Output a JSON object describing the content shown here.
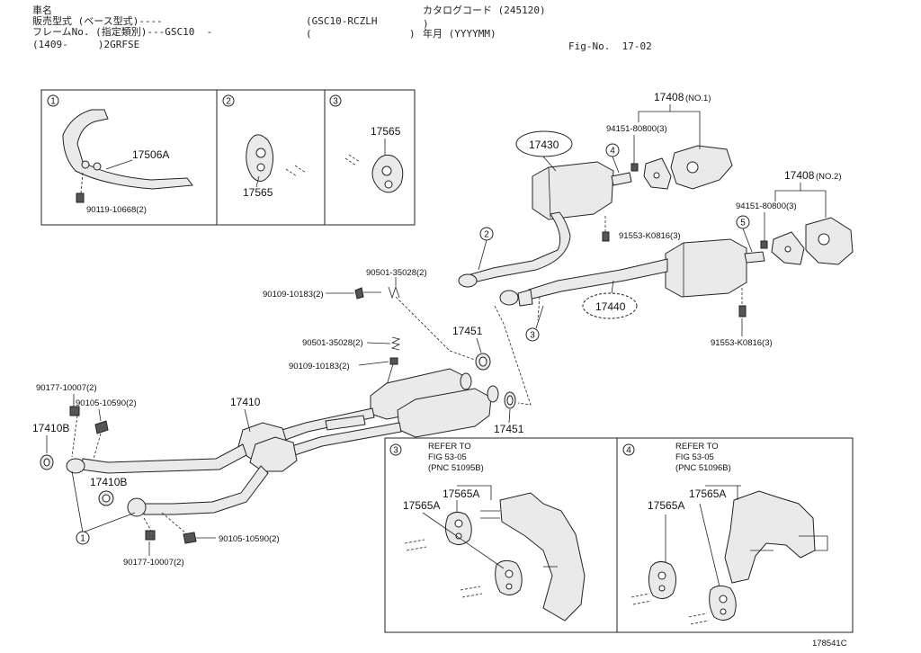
{
  "header": {
    "car_name": "車名",
    "model_type": "販売型式 (ベース型式)----",
    "frame_no": "フレームNo. (指定類別)---GSC10  -",
    "period": "(1409-     )2GRFSE",
    "model_code": "(GSC10-RCZLH",
    "paren_close": ")",
    "paren_open": "(",
    "paren_close2": ")",
    "catalog_code": "カタログコード (245120)",
    "year_month": "年月 (YYYYMM)",
    "fig_no": "Fig-No.  17-02"
  },
  "boxes": {
    "inset1": "1",
    "inset2": "2",
    "inset3": "3",
    "detail3": "3",
    "detail4": "4"
  },
  "labels": {
    "p17506A": "17506A",
    "p90119": "90119-10668(2)",
    "p17565_a": "17565",
    "p17565_b": "17565",
    "p17430": "17430",
    "p17408_no1": "17408",
    "no1": "(NO.1)",
    "p94151_a": "94151-80800(3)",
    "p17408_no2": "17408",
    "no2": "(NO.2)",
    "p94151_b": "94151-80800(3)",
    "p91553_a": "91553-K0816(3)",
    "p91553_b": "91553-K0816(3)",
    "p17440": "17440",
    "p90501_a": "90501-35028(2)",
    "p90109_a": "90109-10183(2)",
    "p90501_b": "90501-35028(2)",
    "p90109_b": "90109-10183(2)",
    "p17451_a": "17451",
    "p17451_b": "17451",
    "p90177_a": "90177-10007(2)",
    "p90105_a": "90105-10590(2)",
    "p17410B_a": "17410B",
    "p17410": "17410",
    "p17410B_b": "17410B",
    "p90105_b": "90105-10590(2)",
    "p90177_b": "90177-10007(2)",
    "refer1_a": "REFER TO",
    "refer1_b": "FIG 53-05",
    "refer1_c": "(PNC 51095B)",
    "refer2_a": "REFER TO",
    "refer2_b": "FIG 53-05",
    "refer2_c": "(PNC 51096B)",
    "p17565A_a": "17565A",
    "p17565A_b": "17565A",
    "p17565A_c": "17565A",
    "p17565A_d": "17565A",
    "c1": "1",
    "c2": "2",
    "c3": "3",
    "c4": "4",
    "c5": "5",
    "illus_no": "178541C"
  }
}
